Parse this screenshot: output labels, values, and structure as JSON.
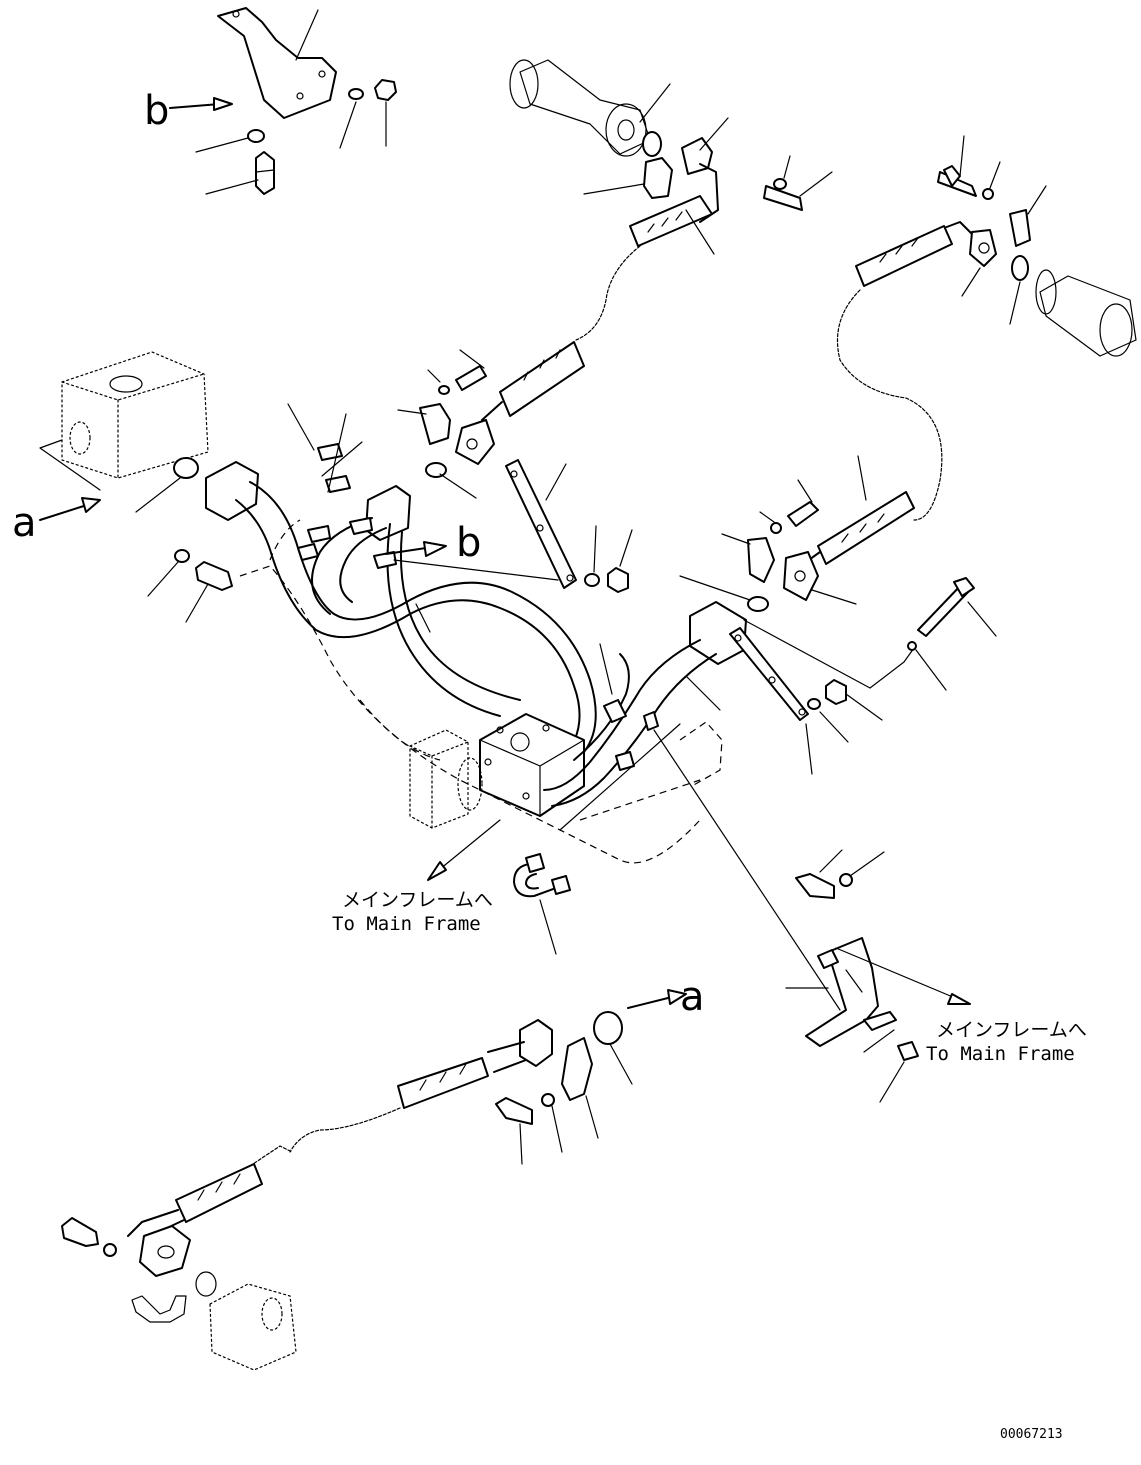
{
  "markers": {
    "a_left": "a",
    "a_bottom": "a",
    "b_top": "b",
    "b_center": "b"
  },
  "notes": {
    "main_frame_1_jp": "メインフレームへ",
    "main_frame_1_en": "To Main Frame",
    "main_frame_2_jp": "メインフレームへ",
    "main_frame_2_en": "To Main Frame"
  },
  "drawing_number": "00067213",
  "colors": {
    "line": "#000000",
    "background": "#ffffff"
  }
}
